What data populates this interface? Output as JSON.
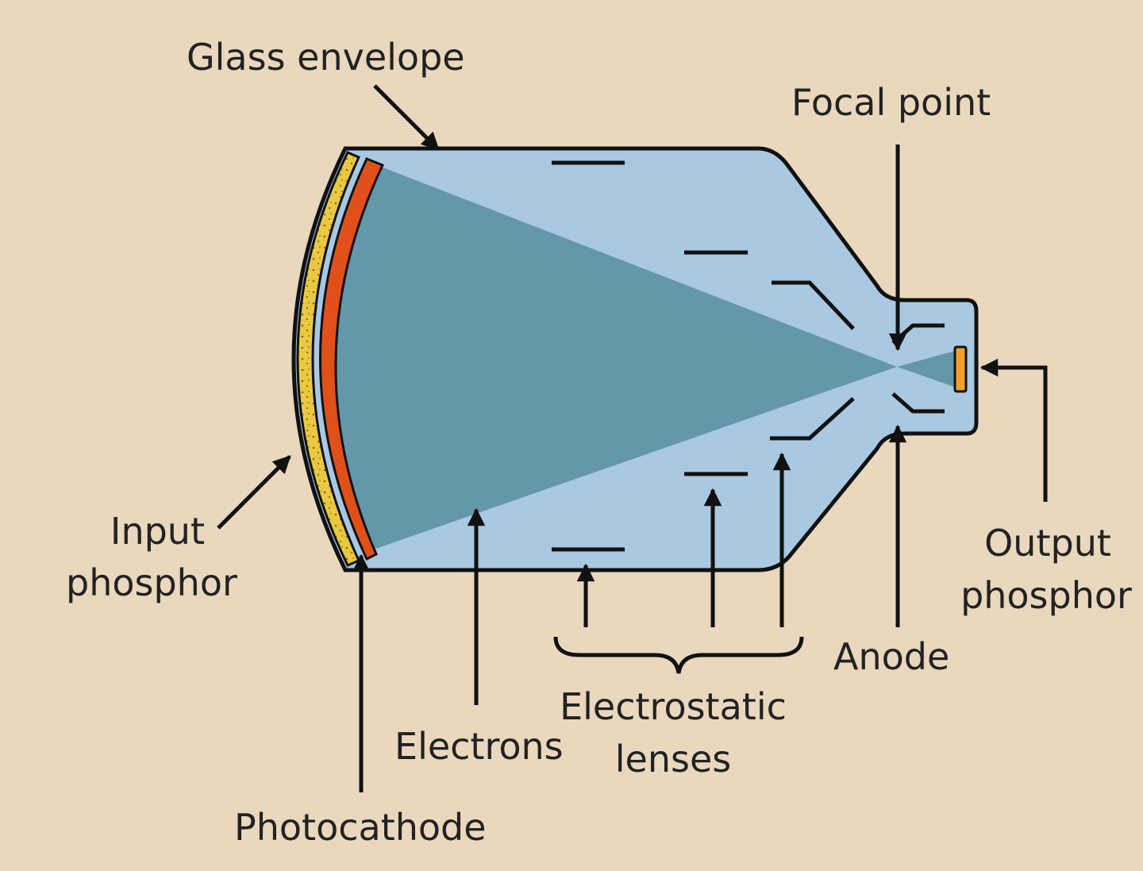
{
  "labels": {
    "glass_envelope": "Glass envelope",
    "focal_point": "Focal point",
    "input_phosphor_line1": "Input",
    "input_phosphor_line2": "phosphor",
    "output_phosphor_line1": "Output",
    "output_phosphor_line2": "phosphor",
    "anode": "Anode",
    "electrostatic_lenses_line1": "Electrostatic",
    "electrostatic_lenses_line2": "lenses",
    "electrons": "Electrons",
    "photocathode": "Photocathode"
  },
  "colors": {
    "background": "#e9d8bd",
    "glass_fill": "#a9c8e2",
    "electron_beam": "#6597ab",
    "input_phosphor": "#e9c941",
    "photocathode": "#e25019",
    "output_phosphor": "#f0a02a",
    "outline": "#111111"
  }
}
